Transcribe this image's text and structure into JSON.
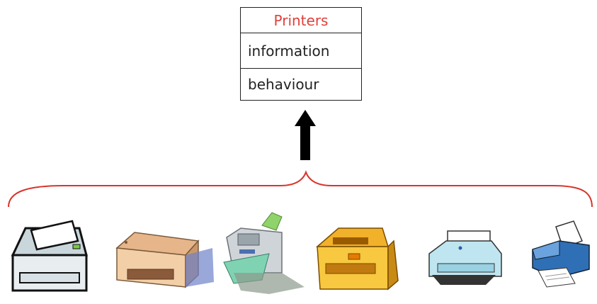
{
  "class_diagram": {
    "class_name": "Printers",
    "attribute_compartment": "information",
    "operation_compartment": "behaviour"
  },
  "colors": {
    "class_name_color": "#e0403a",
    "brace_color": "#d9342b"
  },
  "printers": [
    {
      "name": "printer-1-icon"
    },
    {
      "name": "printer-2-icon"
    },
    {
      "name": "printer-3-icon"
    },
    {
      "name": "printer-4-icon"
    },
    {
      "name": "printer-5-icon"
    },
    {
      "name": "printer-6-icon"
    }
  ]
}
